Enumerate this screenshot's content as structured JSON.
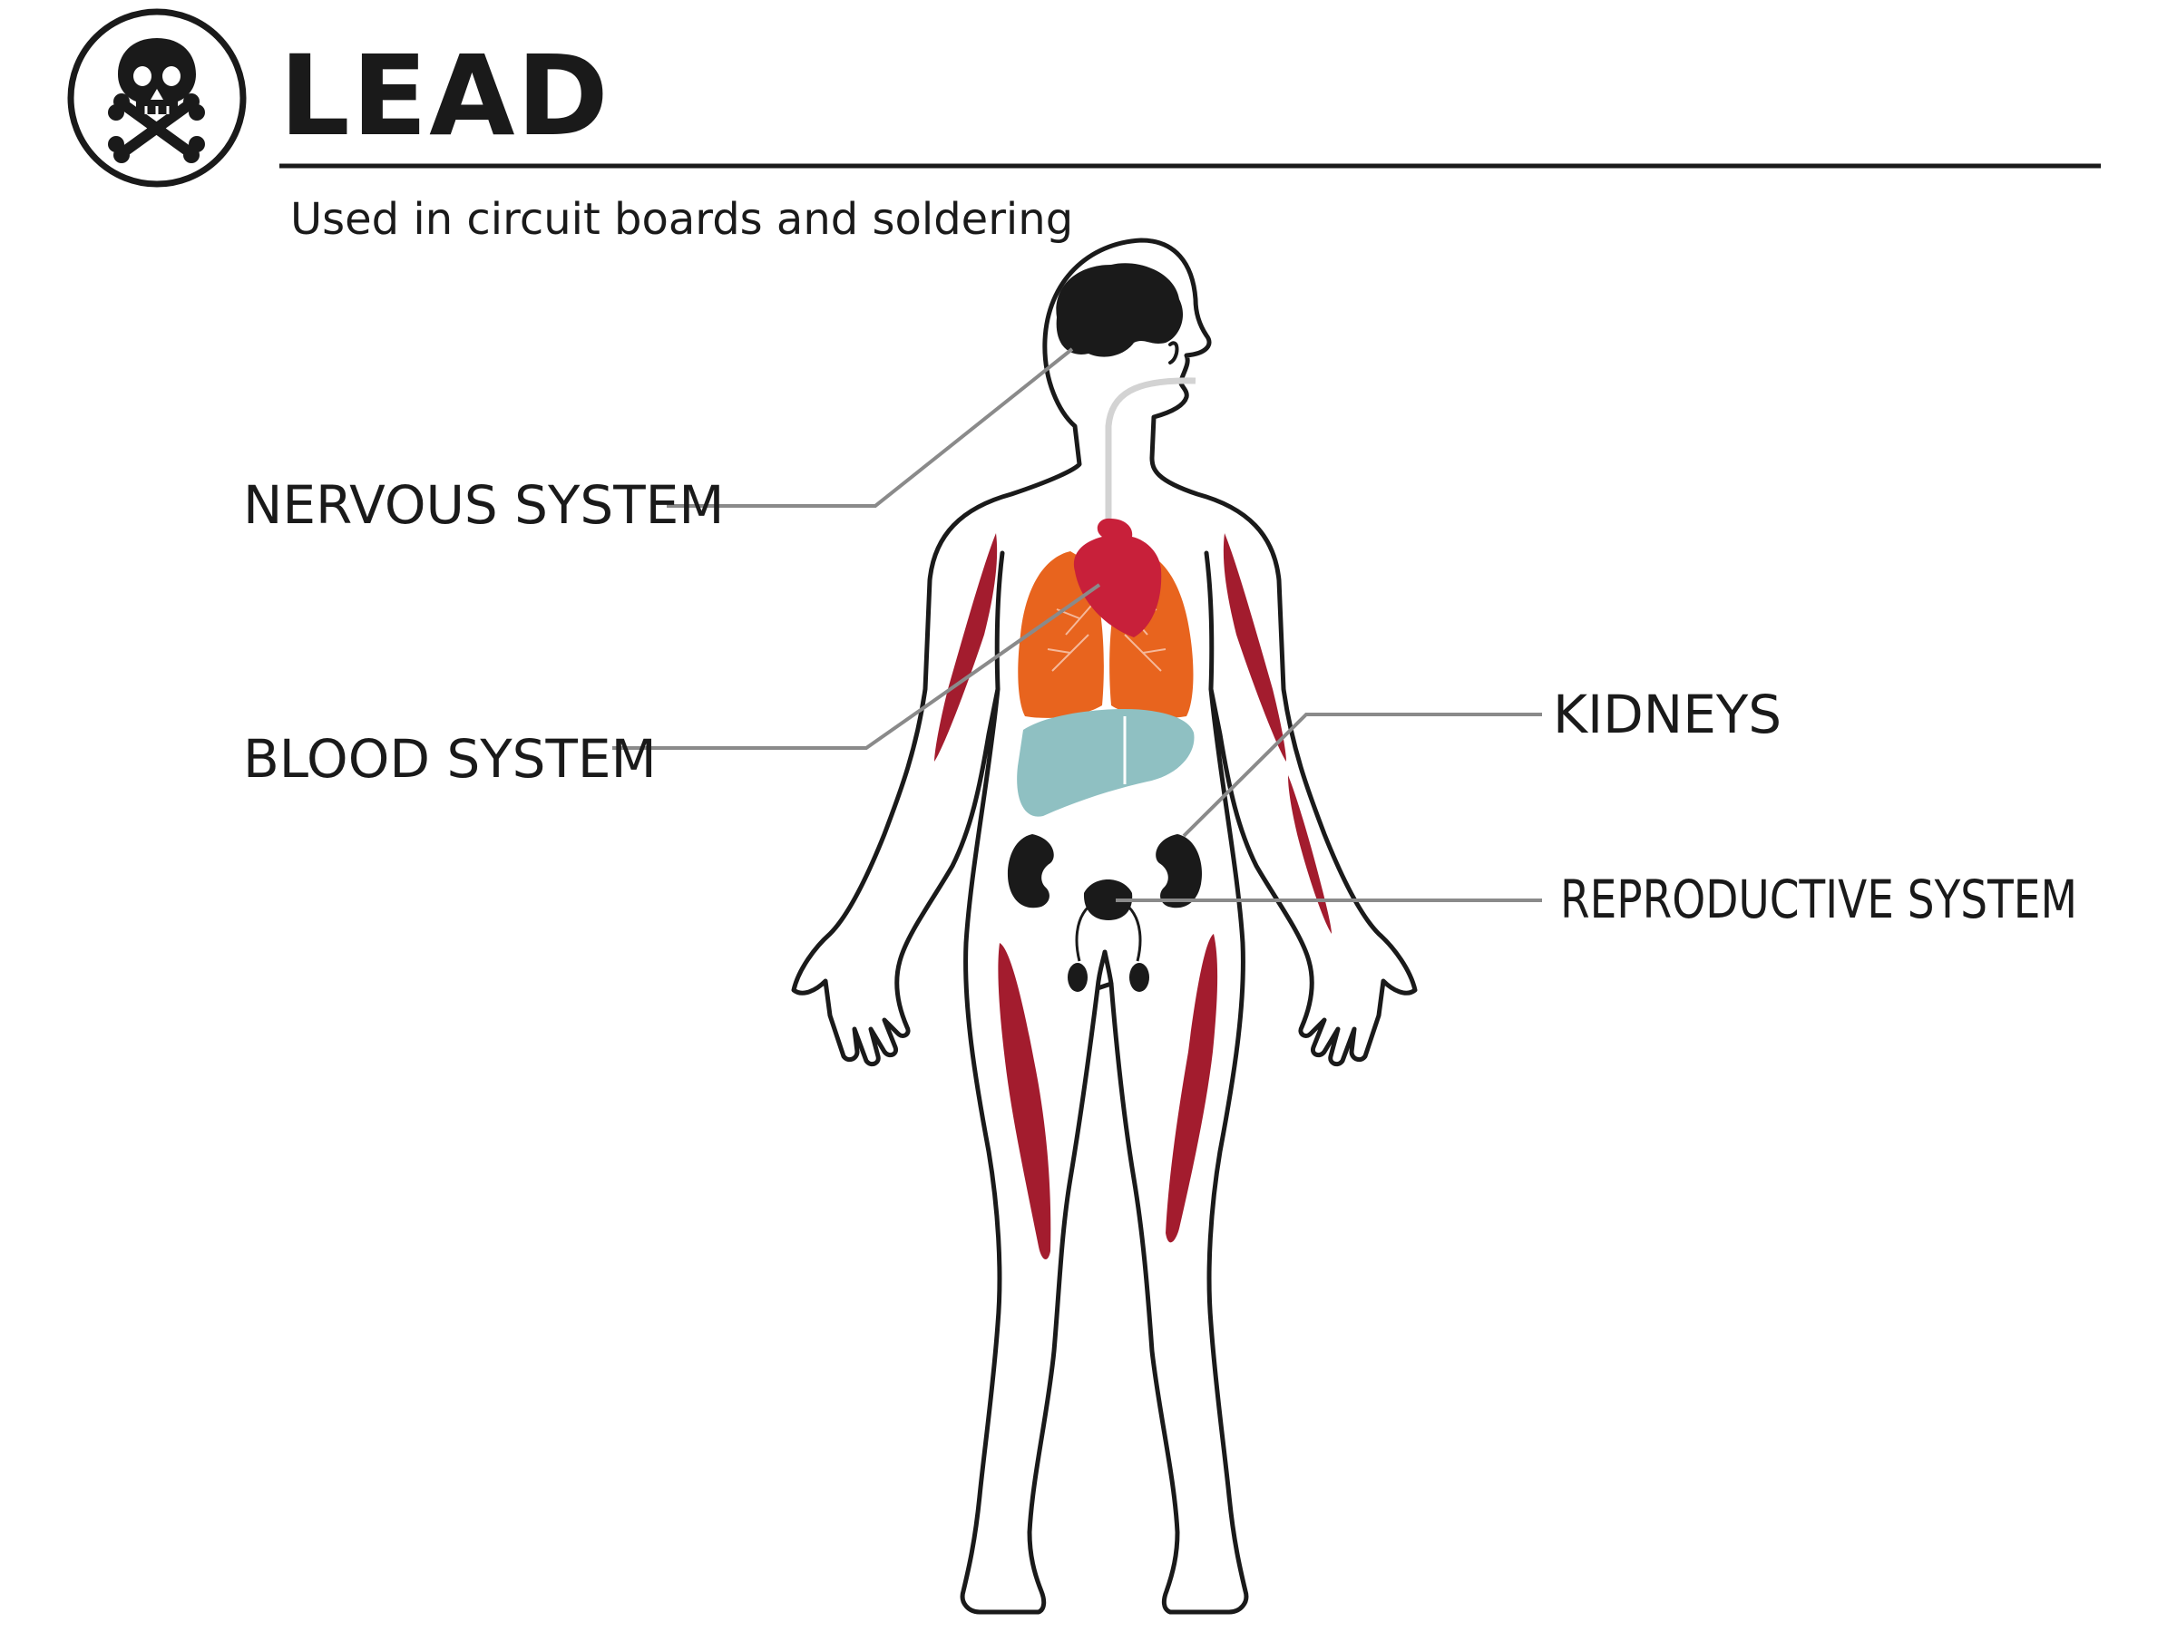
{
  "header": {
    "title": "LEAD",
    "subtitle": "Used in circuit boards and soldering",
    "icon": "skull-crossbones-icon"
  },
  "labels": {
    "nervous": "NERVOUS SYSTEM",
    "blood": "BLOOD SYSTEM",
    "kidneys": "KIDNEYS",
    "reproductive": "REPRODUCTIVE SYSTEM"
  },
  "colors": {
    "ink": "#1a1a1a",
    "leader_line": "#8a8a8a",
    "heart": "#c8203a",
    "lungs": "#e8641e",
    "liver": "#8fc0c2",
    "muscle": "#a31c2e",
    "brain": "#1a1a1a",
    "kidney": "#1a1a1a"
  }
}
